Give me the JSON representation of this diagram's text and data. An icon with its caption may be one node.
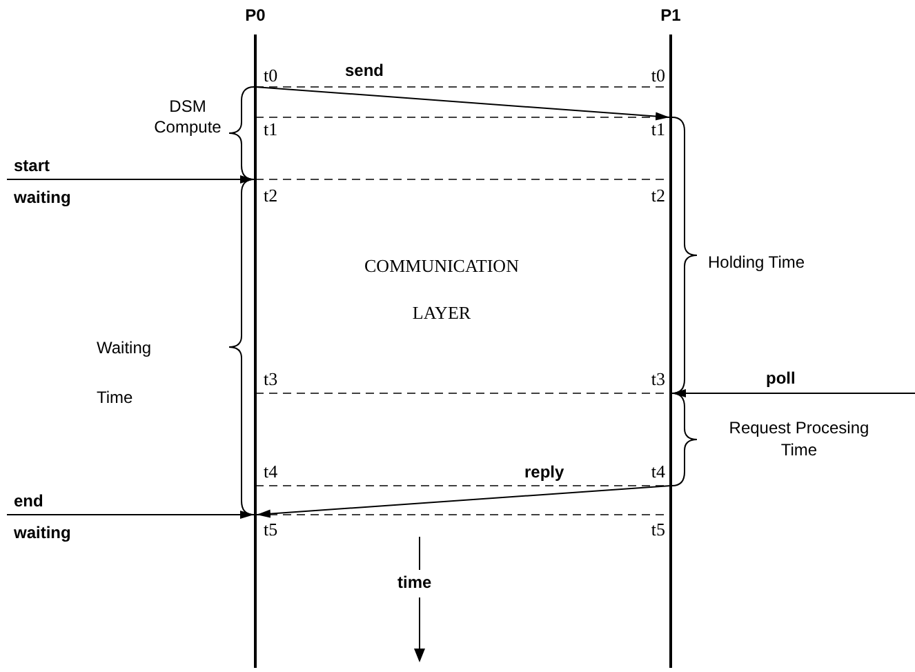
{
  "diagram": {
    "nodes": [
      {
        "text": [
          "P0"
        ]
      },
      {
        "text": [
          "P1"
        ]
      }
    ],
    "edges": [
      {
        "from": 0,
        "to": 1,
        "arrow": "to",
        "label": "send"
      },
      {
        "from": null,
        "to": 0,
        "arrow": "to",
        "label": "start"
      },
      {
        "from": null,
        "to": 1,
        "arrow": "to",
        "label": "poll"
      },
      {
        "from": 1,
        "to": 0,
        "arrow": "to",
        "label": "reply"
      },
      {
        "from": null,
        "to": 0,
        "arrow": "to",
        "label": "end"
      }
    ],
    "labels": [
      "t0",
      "t0",
      "DSM Compute",
      "t1",
      "t1",
      "waiting",
      "t2",
      "t2",
      "COMMUNICATION LAYER",
      "Holding Time",
      "Waiting Time",
      "t3",
      "t3",
      "Request Procesing Time",
      "t4",
      "t4",
      "waiting",
      "t5",
      "t5",
      "time"
    ]
  }
}
